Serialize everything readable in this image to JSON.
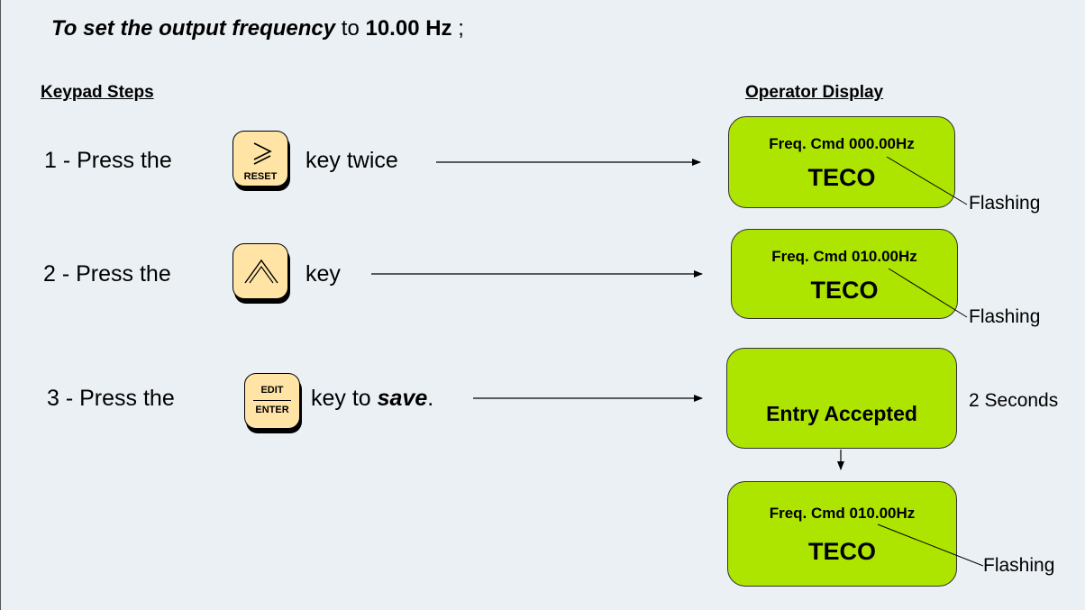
{
  "title": {
    "part1": "To set the output frequency",
    "part2": " to ",
    "part3": "10.00 Hz",
    "part4": " ;"
  },
  "headers": {
    "keypad": "Keypad Steps",
    "display": "Operator Display"
  },
  "steps": [
    {
      "prefix": "1 - Press the",
      "suffix": "key twice",
      "key_sub": "RESET",
      "key_icon": "greater-than-icon"
    },
    {
      "prefix": "2 - Press the",
      "suffix": "key",
      "key_icon": "up-chevron-icon"
    },
    {
      "prefix": "3 - Press the",
      "suffix": "key to ",
      "suffix_em": "save",
      "suffix_end": ".",
      "key_top": "EDIT",
      "key_bottom": "ENTER"
    }
  ],
  "displays": [
    {
      "line1": "Freq. Cmd 000.00Hz",
      "line2": "TECO",
      "note": "Flashing"
    },
    {
      "line1": "Freq. Cmd 010.00Hz",
      "line2": "TECO",
      "note": "Flashing"
    },
    {
      "line1": "Entry Accepted",
      "note": "2 Seconds"
    },
    {
      "line1": "Freq. Cmd 010.00Hz",
      "line2": "TECO",
      "note": "Flashing"
    }
  ],
  "colors": {
    "background": "#eaf0f4",
    "display_fill": "#aee500",
    "key_fill": "#ffe4a6"
  }
}
